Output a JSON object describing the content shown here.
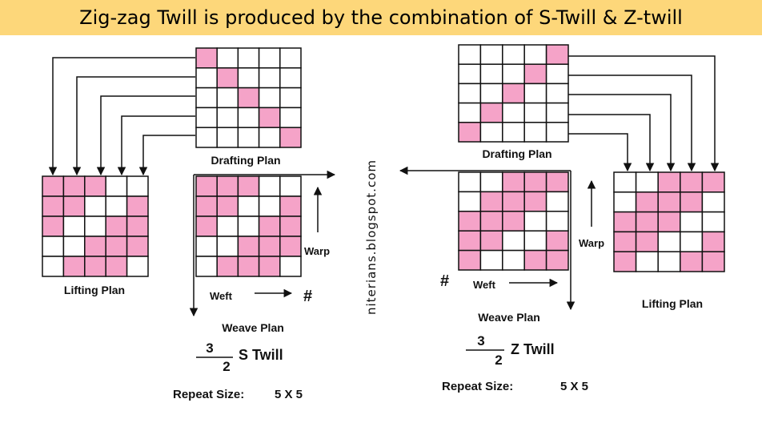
{
  "title": "Zig-zag Twill is produced by the combination of S-Twill & Z-twill",
  "watermark": "niterians.blogspot.com",
  "colors": {
    "filled": "#f5a3c8",
    "empty": "#ffffff",
    "border": "#111111",
    "title_bg": "#fdd77a"
  },
  "s_twill": {
    "drafting_label": "Drafting Plan",
    "lifting_label": "Lifting Plan",
    "weave_label": "Weave Plan",
    "warp_label": "Warp",
    "weft_label": "Weft",
    "repeat_marker": "#",
    "fraction_num": "3",
    "fraction_den": "2",
    "twill_name": "S Twill",
    "repeat_label": "Repeat Size:",
    "repeat_value": "5 X 5",
    "drafting": [
      [
        1,
        0,
        0,
        0,
        0
      ],
      [
        0,
        1,
        0,
        0,
        0
      ],
      [
        0,
        0,
        1,
        0,
        0
      ],
      [
        0,
        0,
        0,
        1,
        0
      ],
      [
        0,
        0,
        0,
        0,
        1
      ]
    ],
    "lifting": [
      [
        1,
        1,
        1,
        0,
        0
      ],
      [
        1,
        1,
        0,
        0,
        1
      ],
      [
        1,
        0,
        0,
        1,
        1
      ],
      [
        0,
        0,
        1,
        1,
        1
      ],
      [
        0,
        1,
        1,
        1,
        0
      ]
    ],
    "weave": [
      [
        1,
        1,
        1,
        0,
        0
      ],
      [
        1,
        1,
        0,
        0,
        1
      ],
      [
        1,
        0,
        0,
        1,
        1
      ],
      [
        0,
        0,
        1,
        1,
        1
      ],
      [
        0,
        1,
        1,
        1,
        0
      ]
    ]
  },
  "z_twill": {
    "drafting_label": "Drafting Plan",
    "lifting_label": "Lifting Plan",
    "weave_label": "Weave Plan",
    "warp_label": "Warp",
    "weft_label": "Weft",
    "repeat_marker": "#",
    "fraction_num": "3",
    "fraction_den": "2",
    "twill_name": "Z Twill",
    "repeat_label": "Repeat Size:",
    "repeat_value": "5 X 5",
    "drafting": [
      [
        0,
        0,
        0,
        0,
        1
      ],
      [
        0,
        0,
        0,
        1,
        0
      ],
      [
        0,
        0,
        1,
        0,
        0
      ],
      [
        0,
        1,
        0,
        0,
        0
      ],
      [
        1,
        0,
        0,
        0,
        0
      ]
    ],
    "lifting": [
      [
        0,
        0,
        1,
        1,
        1
      ],
      [
        0,
        1,
        1,
        1,
        0
      ],
      [
        1,
        1,
        1,
        0,
        0
      ],
      [
        1,
        1,
        0,
        0,
        1
      ],
      [
        1,
        0,
        0,
        1,
        1
      ]
    ],
    "weave": [
      [
        0,
        0,
        1,
        1,
        1
      ],
      [
        0,
        1,
        1,
        1,
        0
      ],
      [
        1,
        1,
        1,
        0,
        0
      ],
      [
        1,
        1,
        0,
        0,
        1
      ],
      [
        1,
        0,
        0,
        1,
        1
      ]
    ]
  }
}
